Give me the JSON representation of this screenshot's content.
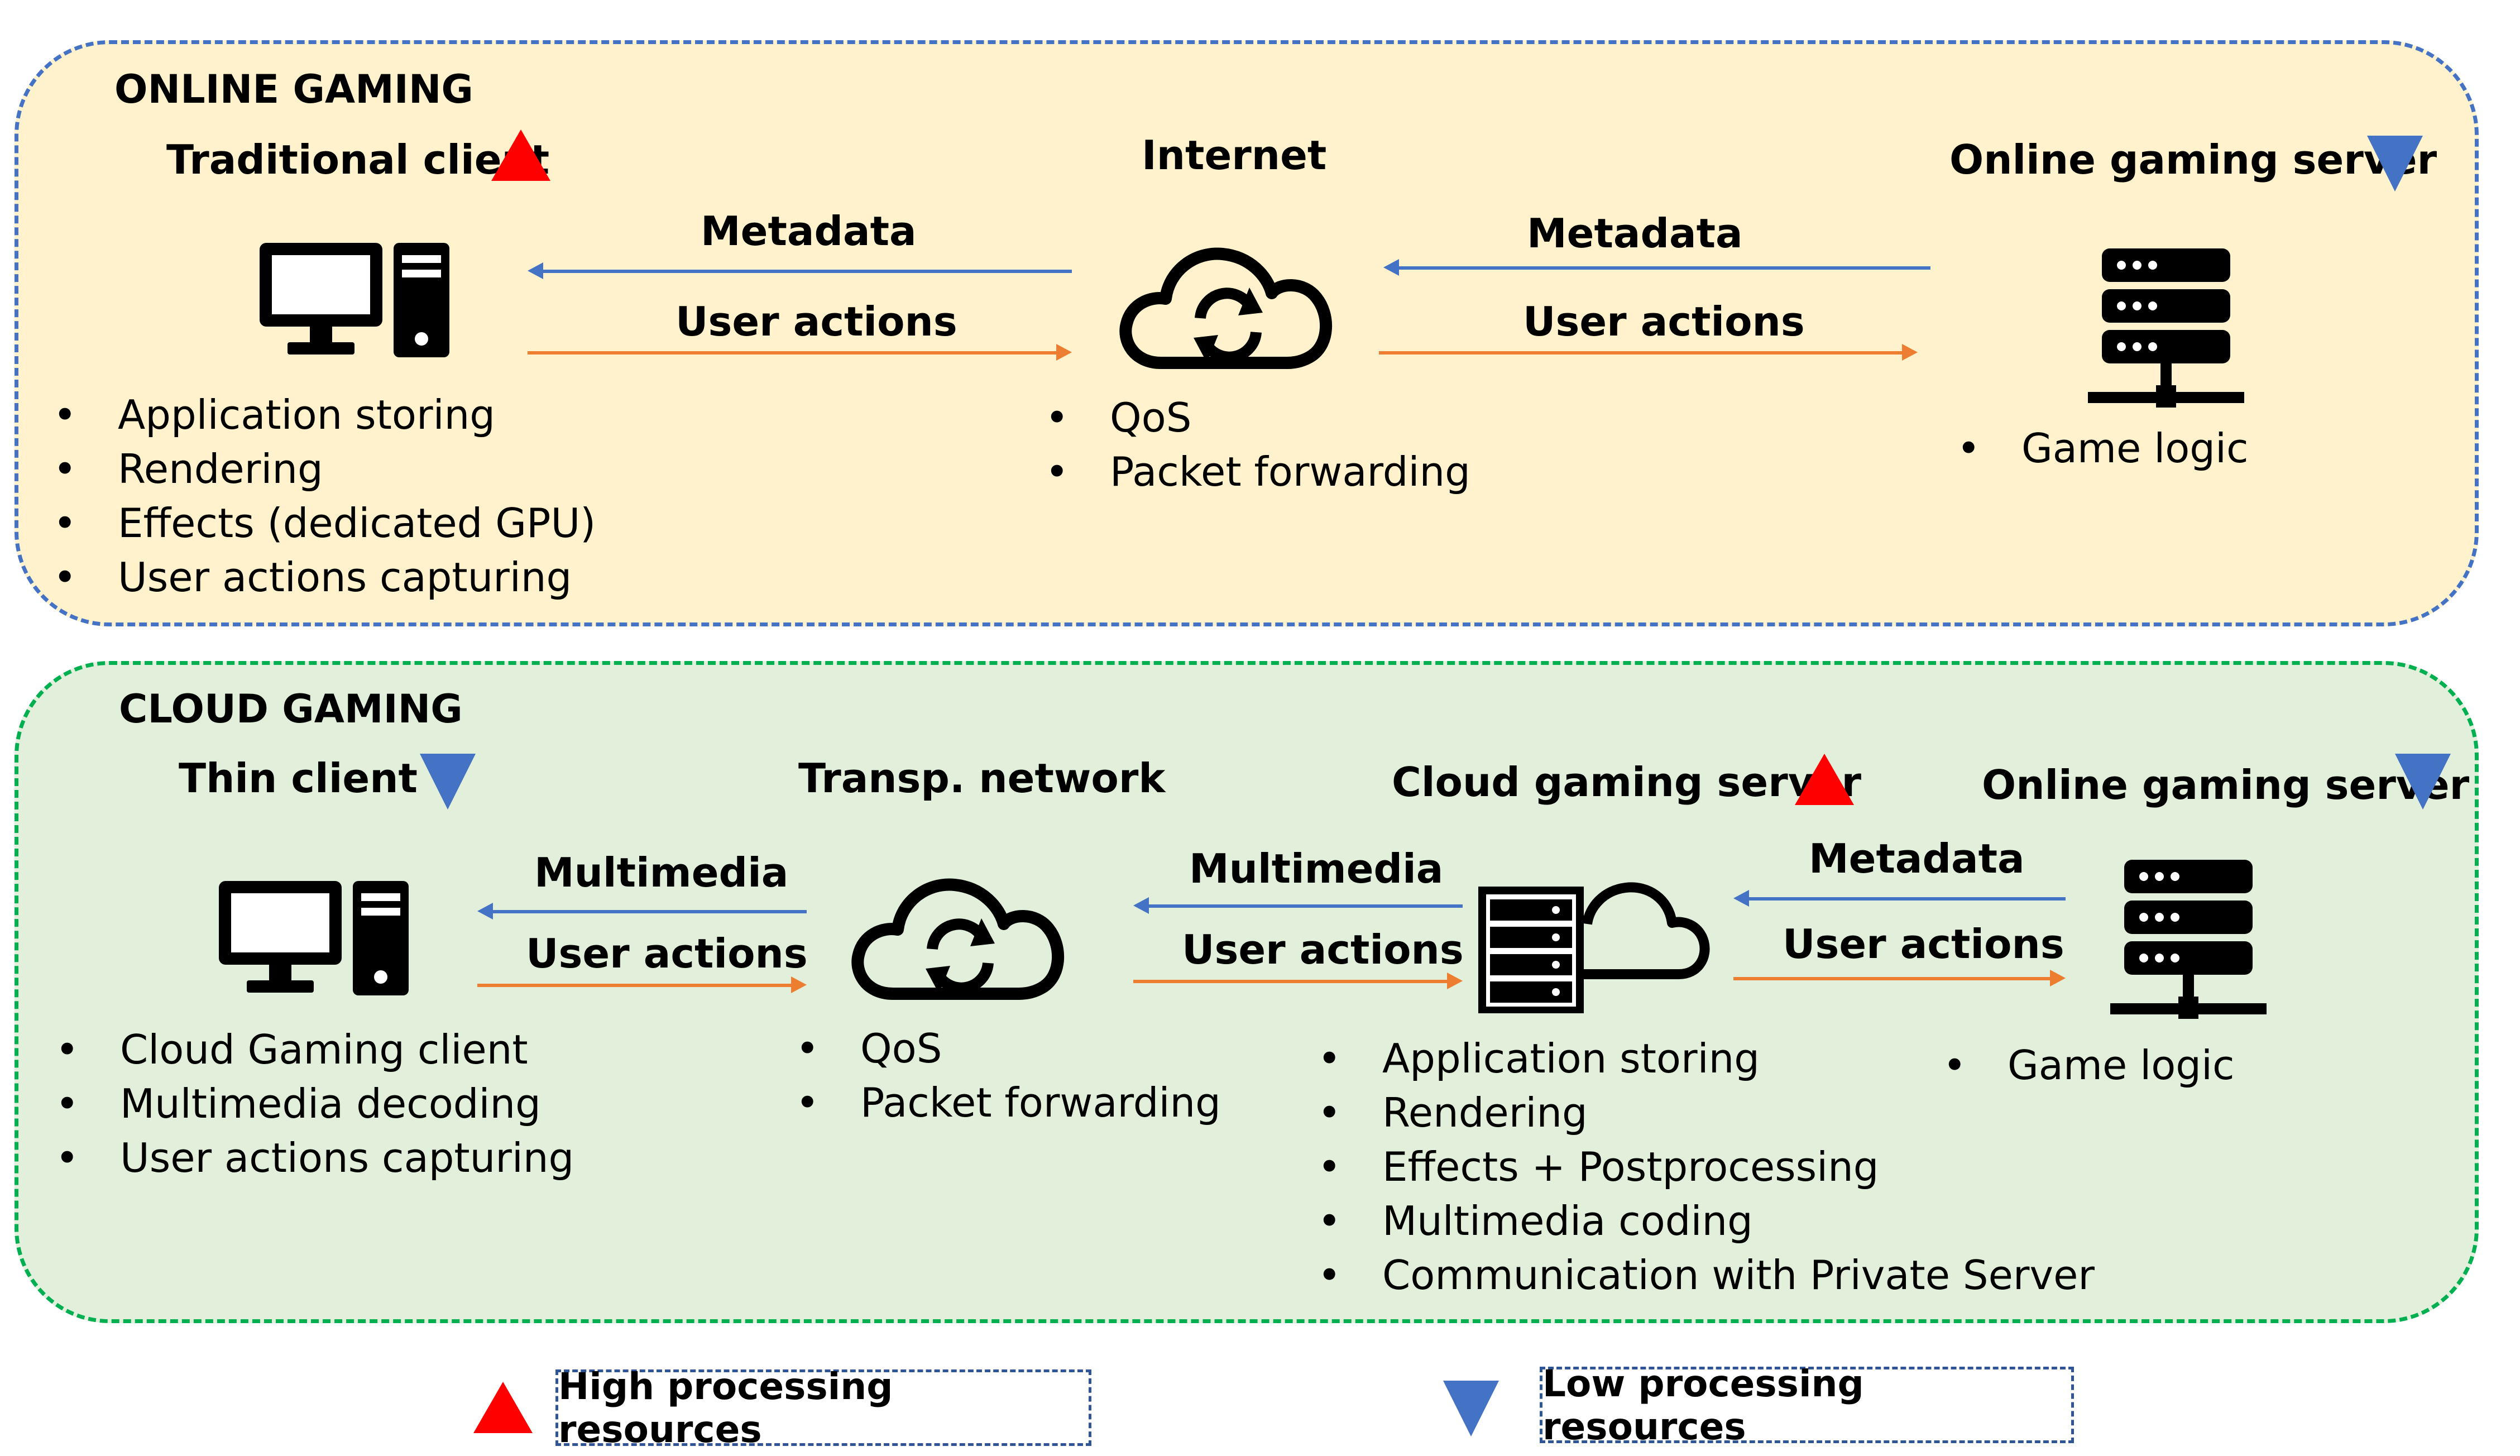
{
  "colors": {
    "online_panel_fill": "#fff2cc",
    "online_panel_border": "#4472c4",
    "cloud_panel_fill": "#e2efda",
    "cloud_panel_border": "#00b050",
    "arrow_left": "#4472c4",
    "arrow_right": "#ed7d31",
    "high_marker": "#ff0000",
    "low_marker": "#4472c4"
  },
  "online": {
    "title": "ONLINE GAMING",
    "client": {
      "label": "Traditional client",
      "icon": "desktop-computer-icon",
      "marker": "high",
      "tasks": [
        "Application storing",
        "Rendering",
        "Effects (dedicated GPU)",
        "User actions capturing"
      ]
    },
    "network": {
      "label": "Internet",
      "icon": "cloud-sync-icon",
      "tasks": [
        "QoS",
        "Packet forwarding"
      ]
    },
    "server": {
      "label": "Online gaming server",
      "icon": "server-rack-icon",
      "marker": "low",
      "tasks": [
        "Game logic"
      ]
    },
    "links": [
      {
        "top_label": "Metadata",
        "bottom_label": "User actions"
      },
      {
        "top_label": "Metadata",
        "bottom_label": "User actions"
      }
    ]
  },
  "cloud": {
    "title": "CLOUD GAMING",
    "client": {
      "label": "Thin client",
      "icon": "desktop-computer-icon",
      "marker": "low",
      "tasks": [
        "Cloud Gaming client",
        "Multimedia decoding",
        "User actions capturing"
      ]
    },
    "network": {
      "label": "Transp. network",
      "icon": "cloud-sync-icon",
      "tasks": [
        "QoS",
        "Packet forwarding"
      ]
    },
    "cloud_server": {
      "label": "Cloud gaming server",
      "icon": "cloud-server-icon",
      "marker": "high",
      "tasks": [
        "Application storing",
        "Rendering",
        "Effects + Postprocessing",
        "Multimedia coding",
        "Communication with Private Server"
      ]
    },
    "server": {
      "label": "Online gaming server",
      "icon": "server-rack-icon",
      "marker": "low",
      "tasks": [
        "Game logic"
      ]
    },
    "links": [
      {
        "top_label": "Multimedia",
        "bottom_label": "User actions"
      },
      {
        "top_label": "Multimedia",
        "bottom_label": "User actions"
      },
      {
        "top_label": "Metadata",
        "bottom_label": "User actions"
      }
    ]
  },
  "legend": {
    "high": "High processing resources",
    "low": "Low processing resources"
  }
}
